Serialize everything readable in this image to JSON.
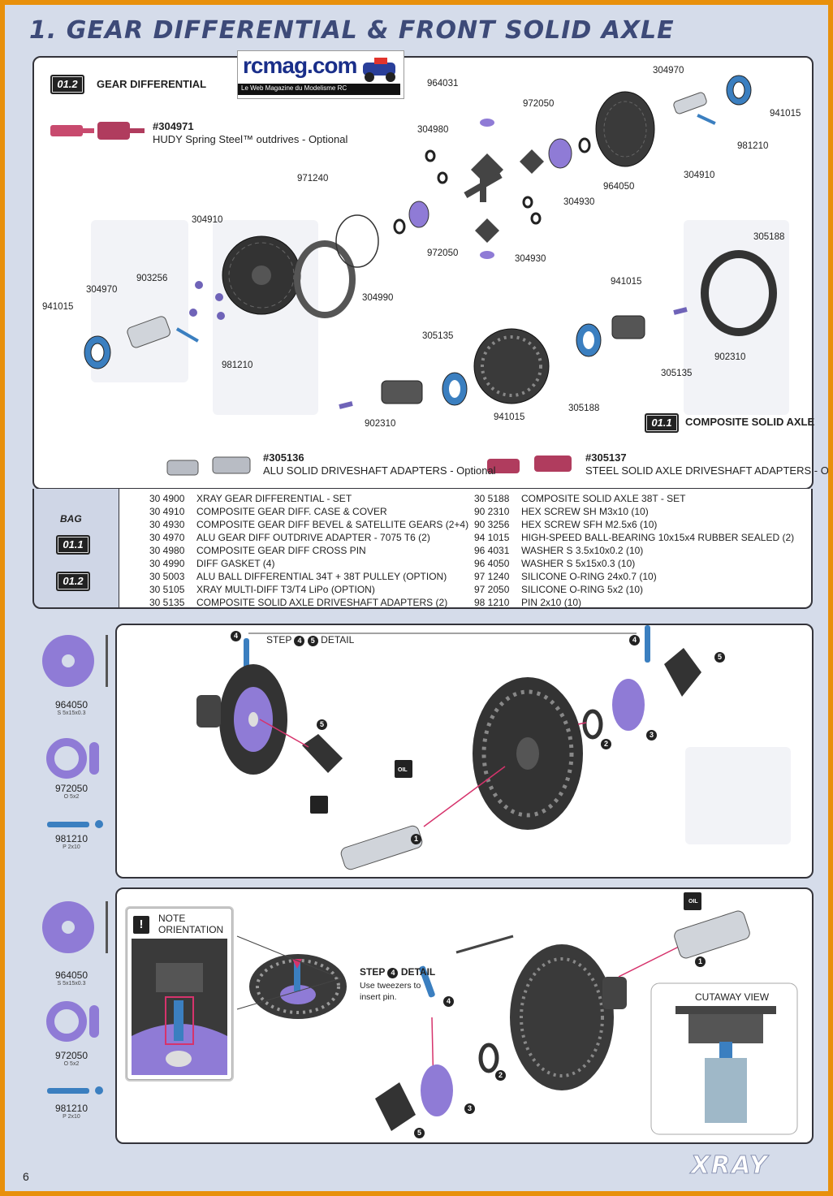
{
  "page": {
    "title": "1. GEAR DIFFERENTIAL & FRONT SOLID AXLE",
    "page_number": "6",
    "brand": "XRAY"
  },
  "logo": {
    "text": "rcmag.com",
    "tagline": "Le Web Magazine du Modelisme RC"
  },
  "exploded": {
    "badge_gear": "01.2",
    "label_gear": "GEAR DIFFERENTIAL",
    "badge_axle": "01.1",
    "label_axle": "COMPOSITE SOLID AXLE",
    "opt1_code": "#304971",
    "opt1_desc": "HUDY Spring Steel™ outdrives - Optional",
    "opt2_code": "#305136",
    "opt2_desc": "ALU SOLID DRIVESHAFT ADAPTERS - Optional",
    "opt3_code": "#305137",
    "opt3_desc": "STEEL SOLID AXLE DRIVESHAFT ADAPTERS - Optional",
    "part_labels": {
      "p964031": "964031",
      "p972050a": "972050",
      "p304970a": "304970",
      "p941015a": "941015",
      "p304980": "304980",
      "p981210a": "981210",
      "p964050": "964050",
      "p304910a": "304910",
      "p304930a": "304930",
      "p971240": "971240",
      "p972050b": "972050",
      "p304930b": "304930",
      "p304910b": "304910",
      "p903256": "903256",
      "p304970b": "304970",
      "p941015b": "941015",
      "p981210b": "981210",
      "p304990": "304990",
      "p305188a": "305188",
      "p941015c": "941015",
      "p305135a": "305135",
      "p902310a": "902310",
      "p305135b": "305135",
      "p305188b": "305188",
      "p941015d": "941015",
      "p902310b": "902310"
    }
  },
  "bag": {
    "label": "BAG",
    "badge1": "01.1",
    "badge2": "01.2",
    "left_rows": [
      {
        "code": "30 4900",
        "desc": "XRAY GEAR DIFFERENTIAL - SET"
      },
      {
        "code": "30 4910",
        "desc": "COMPOSITE GEAR DIFF. CASE & COVER"
      },
      {
        "code": "30 4930",
        "desc": "COMPOSITE GEAR DIFF BEVEL & SATELLITE GEARS (2+4)"
      },
      {
        "code": "30 4970",
        "desc": "ALU GEAR DIFF OUTDRIVE ADAPTER - 7075 T6 (2)"
      },
      {
        "code": "30 4980",
        "desc": "COMPOSITE GEAR DIFF CROSS PIN"
      },
      {
        "code": "30 4990",
        "desc": "DIFF GASKET (4)"
      },
      {
        "code": "30 5003",
        "desc": "ALU BALL DIFFERENTIAL 34T + 38T PULLEY (OPTION)"
      },
      {
        "code": "30 5105",
        "desc": "XRAY MULTI-DIFF T3/T4 LiPo (OPTION)"
      },
      {
        "code": "30 5135",
        "desc": "COMPOSITE SOLID AXLE DRIVESHAFT ADAPTERS (2)"
      }
    ],
    "right_rows": [
      {
        "code": "30 5188",
        "desc": "COMPOSITE SOLID AXLE 38T - SET"
      },
      {
        "code": "90 2310",
        "desc": "HEX SCREW SH M3x10 (10)"
      },
      {
        "code": "90 3256",
        "desc": "HEX SCREW SFH M2.5x6 (10)"
      },
      {
        "code": "94 1015",
        "desc": "HIGH-SPEED BALL-BEARING 10x15x4 RUBBER SEALED (2)"
      },
      {
        "code": "96 4031",
        "desc": "WASHER S 3.5x10x0.2 (10)"
      },
      {
        "code": "96 4050",
        "desc": "WASHER S 5x15x0.3 (10)"
      },
      {
        "code": "97 1240",
        "desc": "SILICONE O-RING 24x0.7 (10)"
      },
      {
        "code": "97 2050",
        "desc": "SILICONE O-RING 5x2 (10)"
      },
      {
        "code": "98 1210",
        "desc": "PIN 2x10 (10)"
      }
    ]
  },
  "step1": {
    "legend": [
      {
        "label": "964050",
        "sub": "S 5x15x0.3"
      },
      {
        "label": "972050",
        "sub": "O 5x2"
      },
      {
        "label": "981210",
        "sub": "P 2x10"
      }
    ],
    "detail_prefix": "STEP",
    "detail_n1": "4",
    "detail_n2": "5",
    "detail_suffix": "DETAIL",
    "oil": "OIL",
    "callouts": [
      "4",
      "4",
      "5",
      "5",
      "2",
      "3",
      "1"
    ]
  },
  "step2": {
    "legend": [
      {
        "label": "964050",
        "sub": "S 5x15x0.3"
      },
      {
        "label": "972050",
        "sub": "O 5x2"
      },
      {
        "label": "981210",
        "sub": "P 2x10"
      }
    ],
    "note_mark": "!",
    "note_line1": "NOTE",
    "note_line2": "ORIENTATION",
    "detail_prefix": "STEP",
    "detail_n": "4",
    "detail_suffix": "DETAIL",
    "tip_line1": "Use tweezers to",
    "tip_line2": "insert pin.",
    "cutaway": "CUTAWAY VIEW",
    "oil": "OIL",
    "callouts": [
      "1",
      "4",
      "2",
      "3",
      "5"
    ]
  },
  "colors": {
    "accent": "#3d4a78",
    "bearing": "#3b7fc0",
    "washer": "#8f7bd6",
    "frame": "#e8900c"
  }
}
